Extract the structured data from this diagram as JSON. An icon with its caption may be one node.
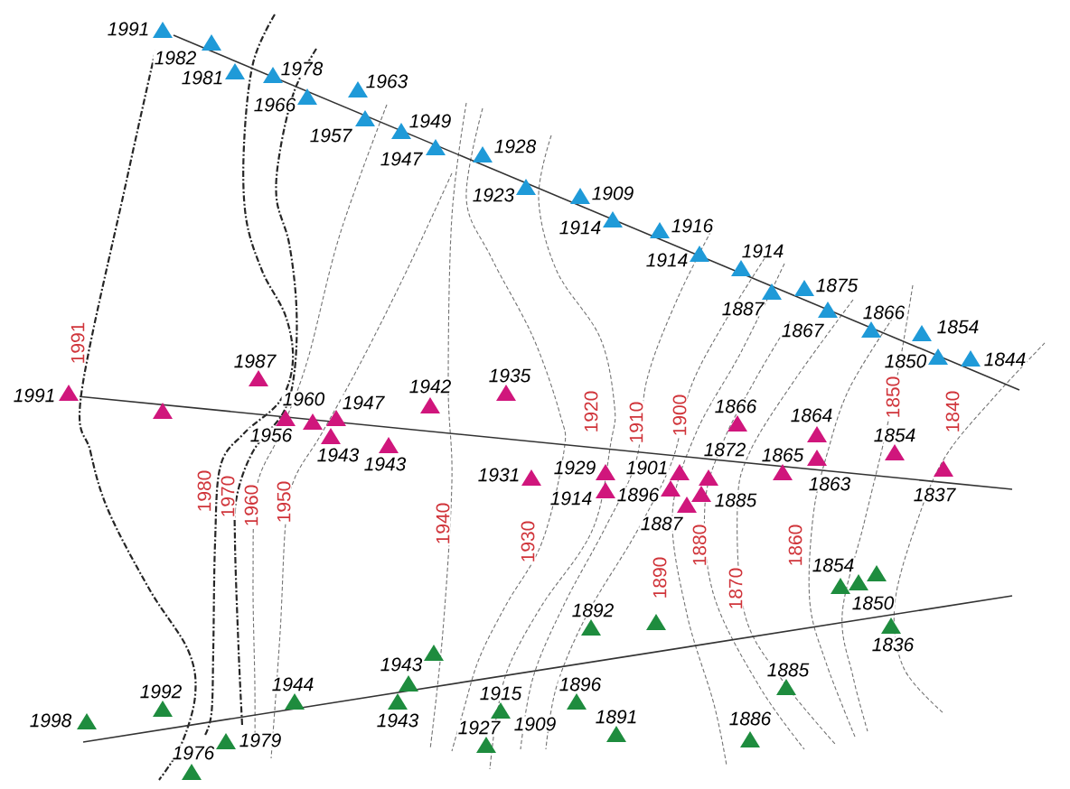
{
  "diagram": {
    "labels": [
      "1991",
      "1982",
      "1981",
      "1978",
      "1963",
      "1966",
      "1949",
      "1957",
      "1928",
      "1947",
      "1923",
      "1909",
      "1914",
      "1916",
      "1914",
      "1914",
      "1875",
      "1887",
      "1866",
      "1867",
      "1854",
      "1991",
      "1987",
      "1850",
      "1844",
      "1942",
      "1935",
      "1991",
      "1960",
      "1947",
      "1920",
      "1910",
      "1900",
      "1866",
      "1864",
      "1850",
      "1840",
      "1956",
      "1872",
      "1854",
      "1943",
      "1943",
      "1929",
      "1901",
      "1865",
      "1980",
      "1970",
      "1960",
      "1950",
      "1931",
      "1914",
      "1896",
      "1885",
      "1863",
      "1837",
      "1940",
      "1930",
      "1887",
      "1880",
      "1860",
      "1890",
      "1870",
      "1854",
      "1892",
      "1850",
      "1836",
      "1943",
      "1885",
      "1992",
      "1944",
      "1915",
      "1896",
      "1998",
      "1943",
      "1927",
      "1909",
      "1891",
      "1886",
      "1976",
      "1979"
    ]
  }
}
